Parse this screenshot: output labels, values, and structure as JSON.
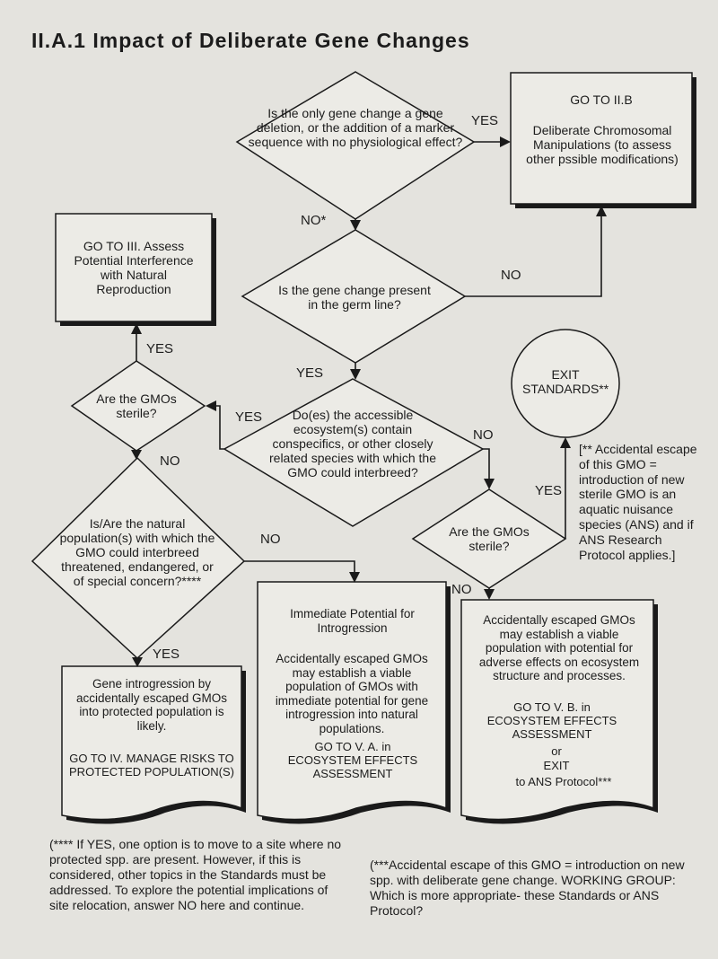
{
  "title": "II.A.1 Impact of Deliberate Gene Changes",
  "nodes": {
    "q_deletion": "Is the only gene change a gene deletion, or the addition of a marker sequence with no physiological effect?",
    "goto_iib": {
      "heading": "GO TO II.B",
      "body": "Deliberate Chromosomal Manipulations (to assess other pssible modifications)"
    },
    "q_germline": "Is the gene change present in the germ line?",
    "goto_iii": "GO TO III. Assess Potential Interference with Natural Reproduction",
    "exit_standards": "EXIT STANDARDS**",
    "q_sterile_left": "Are the GMOs sterile?",
    "q_ecosystem": "Do(es) the accessible ecosystem(s) contain conspecifics, or other closely related species with which the GMO could interbreed?",
    "q_sterile_right": "Are the GMOs sterile?",
    "q_population": "Is/Are the natural population(s) with which the GMO could interbreed threatened, endangered, or of special concern?****",
    "box_gene_introgression": {
      "body": "Gene introgression by accidentally escaped GMOs into protected population is likely.",
      "goto": "GO TO IV. MANAGE RISKS TO PROTECTED POPULATION(S)"
    },
    "box_immediate": {
      "heading": "Immediate Potential for Introgression",
      "body": "Accidentally escaped GMOs may establish a viable population of GMOs with immediate potential for gene introgression into natural populations.",
      "goto": "GO TO V. A. in ECOSYSTEM EFFECTS ASSESSMENT"
    },
    "box_escaped": {
      "body": "Accidentally escaped GMOs may establish a viable population with potential for adverse effects on ecosystem structure and processes.",
      "goto": "GO TO V. B. in ECOSYSTEM EFFECTS ASSESSMENT",
      "or": "or",
      "exit": "EXIT",
      "exit_to": "to ANS Protocol***"
    }
  },
  "edge_labels": {
    "yes_deletion": "YES",
    "no_deletion": "NO*",
    "no_germline": "NO",
    "yes_germline": "YES",
    "yes_sterile_left": "YES",
    "no_sterile_left": "NO",
    "yes_ecosystem": "YES",
    "no_ecosystem": "NO",
    "yes_sterile_right": "YES",
    "no_sterile_right": "NO",
    "no_population": "NO",
    "yes_population": "YES"
  },
  "notes": {
    "accidental_escape": "[** Accidental escape of this GMO = introduction of new sterile GMO is an aquatic nuisance species (ANS) and if ANS Research Protocol applies.]",
    "footnote_4": "(**** If YES, one option is to move to a site where no protected spp. are present. However, if this is considered, other topics in the Standards must be addressed. To explore the potential implications of site relocation, answer NO here and continue.",
    "footnote_3": "(***Accidental escape of this GMO = introduction on new spp. with deliberate gene change. WORKING GROUP: Which is more appropriate- these Standards or ANS Protocol?"
  }
}
